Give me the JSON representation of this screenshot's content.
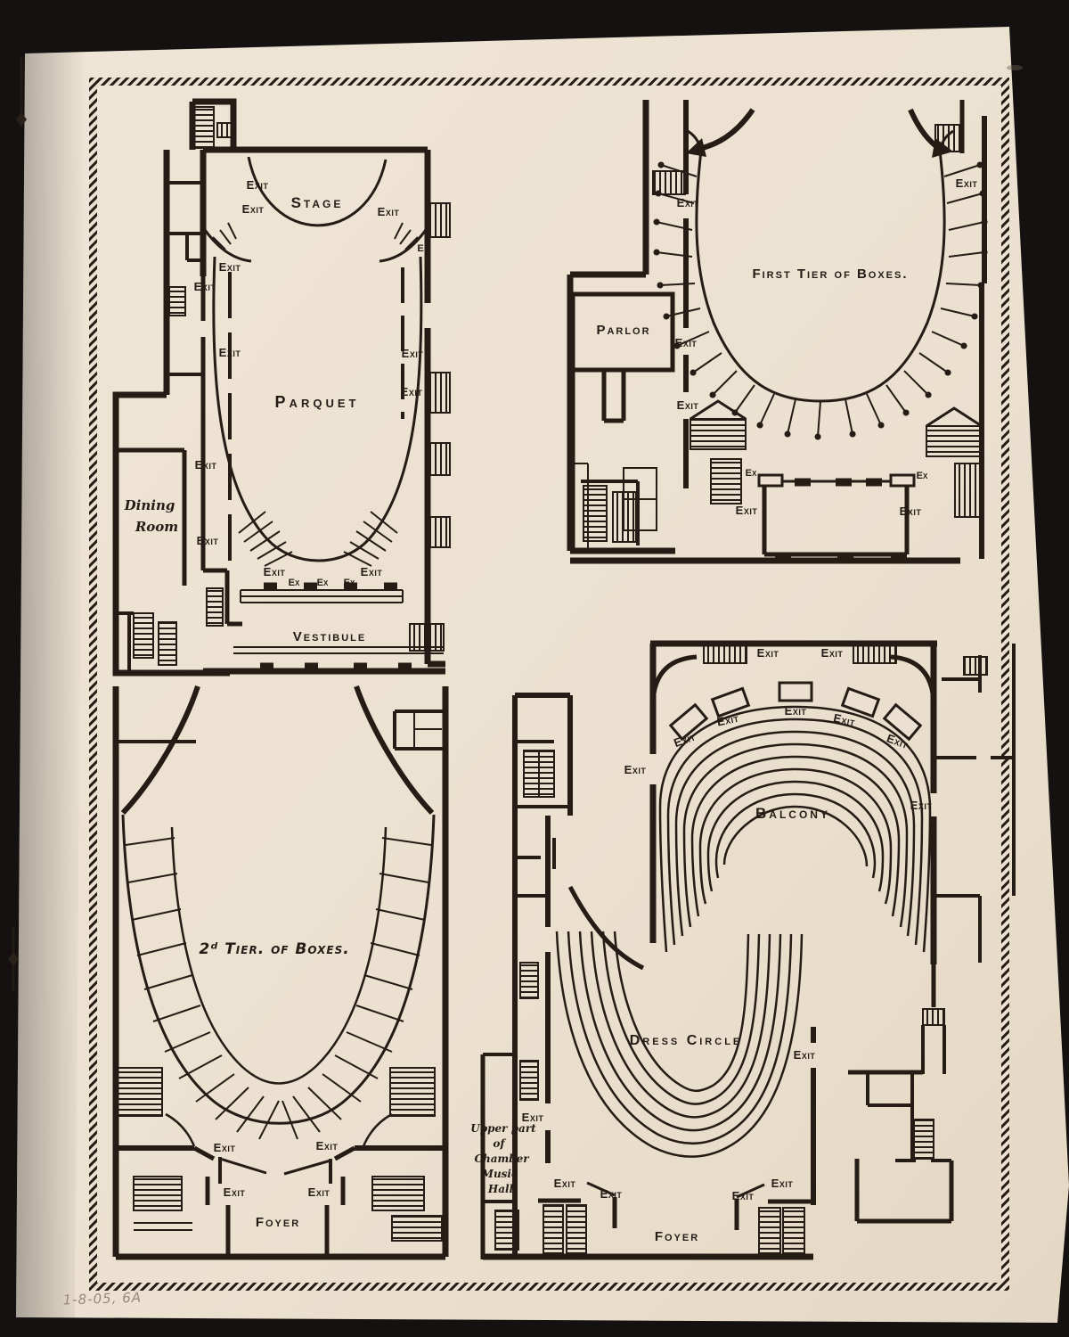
{
  "document": {
    "pencil_note": "1-8-05, 6A"
  },
  "labels": {
    "exit": "Exit",
    "ex": "Ex",
    "e": "E"
  },
  "plans": {
    "parquet_level": {
      "stage": "Stage",
      "parquet": "Parquet",
      "dining_line1": "Dining",
      "dining_line2": "Room",
      "vestibule": "Vestibule"
    },
    "first_tier": {
      "title": "First Tier of Boxes.",
      "parlor": "Parlor"
    },
    "second_tier": {
      "title": "2ᵈ Tier. of Boxes.",
      "foyer": "Foyer"
    },
    "balcony_level": {
      "balcony": "Balcony",
      "dress_circle": "Dress Circle",
      "foyer": "Foyer",
      "chamber_lines": [
        "Upper part",
        "of",
        "Chamber",
        "Music",
        "Hall"
      ]
    }
  }
}
